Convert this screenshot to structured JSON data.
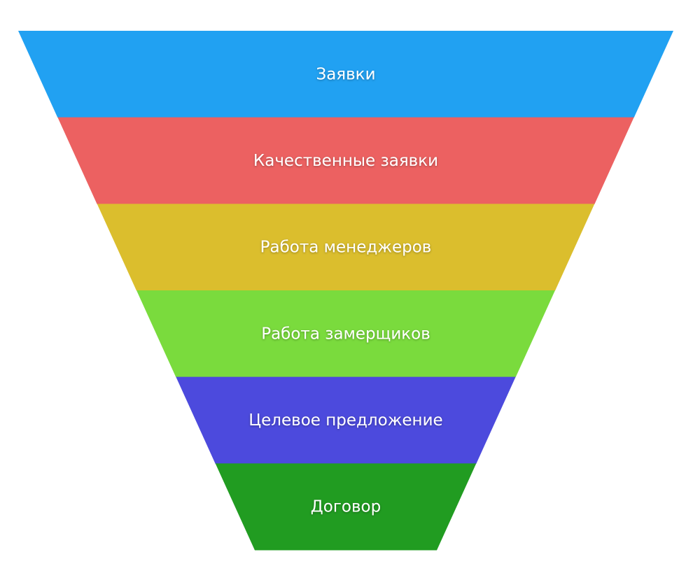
{
  "funnel": {
    "stages": [
      {
        "label": "Заявки",
        "color": "#21A1F2"
      },
      {
        "label": "Качественные заявки",
        "color": "#EC6161"
      },
      {
        "label": "Работа менеджеров",
        "color": "#DBBE2D"
      },
      {
        "label": "Работа замерщиков",
        "color": "#7ADB3D"
      },
      {
        "label": "Целевое предложение",
        "color": "#4C4ADD"
      },
      {
        "label": "Договор",
        "color": "#219C21"
      }
    ]
  }
}
